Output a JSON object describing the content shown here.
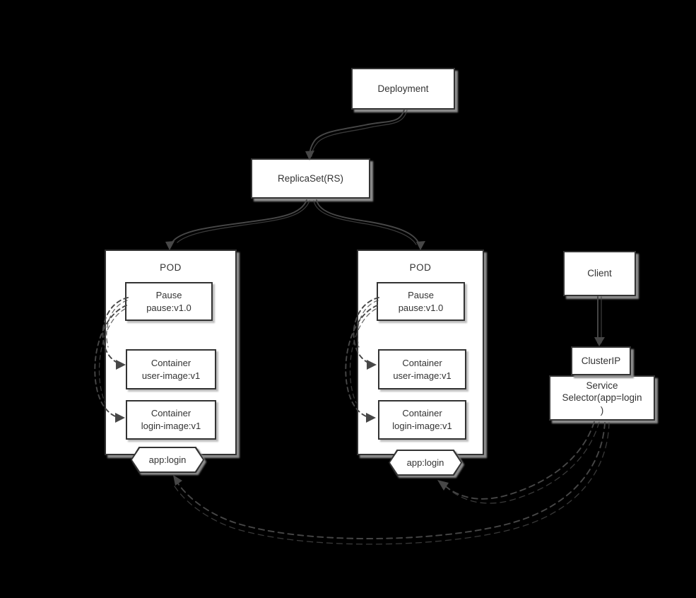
{
  "nodes": {
    "deployment": {
      "label": "Deployment"
    },
    "replicaset": {
      "label": "ReplicaSet(RS)"
    },
    "client": {
      "label": "Client"
    },
    "clusterip": {
      "label": "ClusterIP"
    },
    "service": {
      "line1": "Service",
      "line2": "Selector(app=login",
      "line3": ")"
    }
  },
  "pods": {
    "left": {
      "title": "POD",
      "pause_line1": "Pause",
      "pause_line2": "pause:v1.0",
      "container1_line1": "Container",
      "container1_line2": "user-image:v1",
      "container2_line1": "Container",
      "container2_line2": "login-image:v1",
      "selector_tag": "app:login"
    },
    "right": {
      "title": "POD",
      "pause_line1": "Pause",
      "pause_line2": "pause:v1.0",
      "container1_line1": "Container",
      "container1_line2": "user-image:v1",
      "container2_line1": "Container",
      "container2_line2": "login-image:v1",
      "selector_tag": "app:login"
    }
  },
  "colors": {
    "background": "#000000",
    "box_fill": "#ffffff",
    "box_border": "#333333",
    "text": "#333333",
    "line": "#474747",
    "shadow": "#8c8c8c",
    "inner_shadow": "#bdbdbd"
  }
}
